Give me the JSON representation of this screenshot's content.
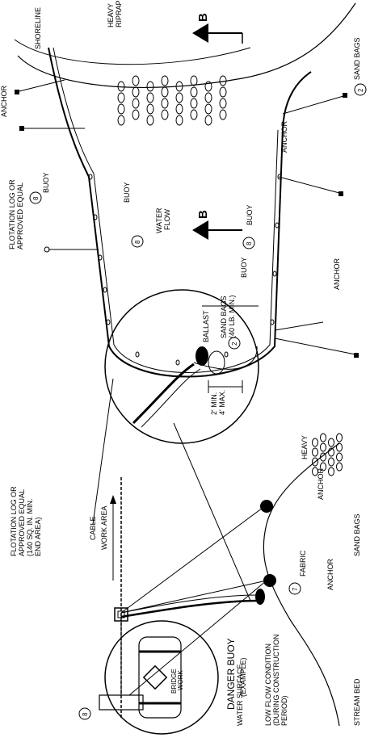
{
  "callout_numbers": {
    "buoy": "8",
    "fabric": "7",
    "sand_bags": "2"
  },
  "top_plan": {
    "shoreline": "SHORELINE",
    "heavy_riprap": [
      "HEAVY",
      "RIPRAP"
    ],
    "anchor": "ANCHOR",
    "buoy": "BUOY",
    "sand_bags": "SAND BAGS",
    "flotation": [
      "FLOTATION LOG OR",
      "APPROVED  EQUAL"
    ],
    "water_flow": [
      "WATER",
      "FLOW"
    ],
    "section_letter": "B"
  },
  "detail": {
    "sand_bags": [
      "SAND BAGS",
      "(40 LB. MIN.)"
    ],
    "ballast": "BALLAST",
    "depth": [
      "2' MIN.",
      "4' MAX."
    ]
  },
  "section": {
    "flotation": [
      "FLOTATION LOG OR",
      "APPROVED  EQUAL",
      "(140 SQ. IN. MIN.",
      "END AREA)"
    ],
    "cable": "CABLE",
    "work_area": "WORK AREA",
    "fabric": "FABRIC",
    "anchor": "ANCHOR",
    "heavy": "HEAVY",
    "sand_bags": "SAND BAGS",
    "stream_bed": "STREAM BED",
    "water_surface": "WATER SURFACE",
    "low_flow": [
      "LOW FLOW CONDITION",
      "(DURING CONSTRUCTION",
      "PERIOD)"
    ]
  },
  "buoy_example": {
    "title": "DANGER BUOY",
    "subtitle": "(EXAMPLE)",
    "marking": [
      "BRIDGE",
      "WORK"
    ]
  }
}
